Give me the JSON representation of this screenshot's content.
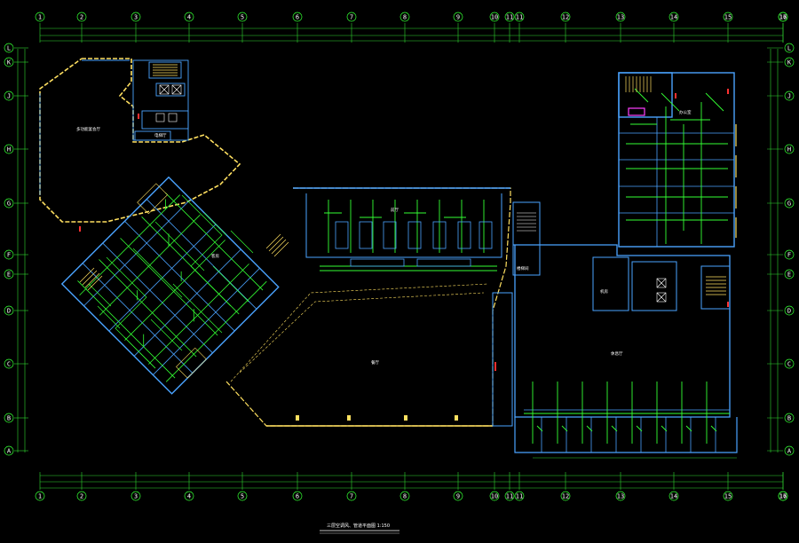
{
  "drawing": {
    "title": "三层空调风、管道平面图 1:150",
    "colors": {
      "background": "#000000",
      "wall": "#4aa3ff",
      "wall_outer": "#ffe060",
      "duct": "#33ff33",
      "dimension": "#2fd82f",
      "grid_circle": "#33ff33",
      "text": "#ffffff",
      "accent_red": "#ff3030",
      "accent_magenta": "#ff40ff"
    }
  },
  "grid": {
    "columns": [
      "1",
      "2",
      "3",
      "4",
      "5",
      "6",
      "7",
      "8",
      "9",
      "10",
      "11",
      "11",
      "12",
      "13",
      "14",
      "15",
      "16",
      "17"
    ],
    "rows_left": [
      "L",
      "K",
      "J",
      "H",
      "G",
      "F",
      "E",
      "D",
      "C",
      "B",
      "A"
    ],
    "rows_right": [
      "L",
      "K",
      "J",
      "H",
      "G",
      "F",
      "E",
      "D",
      "C",
      "B",
      "A"
    ]
  },
  "rooms": [
    {
      "name": "多功能宴会厅"
    },
    {
      "name": "电梯厅"
    },
    {
      "name": "客房"
    },
    {
      "name": "餐厅"
    },
    {
      "name": "前厅"
    },
    {
      "name": "休息厅"
    },
    {
      "name": "办公室"
    },
    {
      "name": "楼梯间"
    },
    {
      "name": "机房"
    }
  ]
}
